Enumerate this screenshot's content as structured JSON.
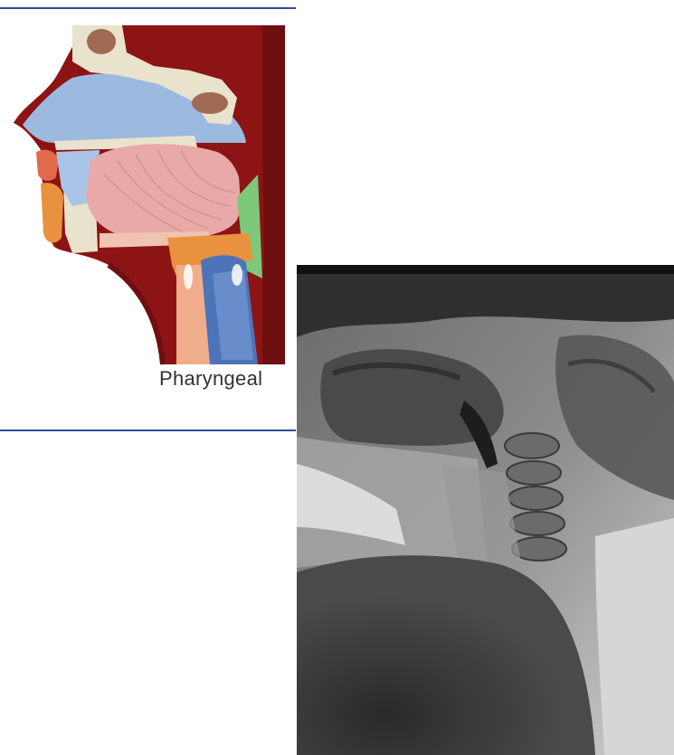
{
  "figure": {
    "caption": "Pharyngeal"
  },
  "colors": {
    "rule": "#2e4e8f",
    "background_tissue": "#8c1414",
    "airway": "#9cb9e0",
    "tongue": "#e8a9a8",
    "bone": "#e9e2cc",
    "esophagus": "#4d73b8",
    "tissue_green": "#7dc87a"
  },
  "icons": [
    "pharyngeal-anatomy-illustration",
    "videofluoroscopy-xray-image"
  ]
}
